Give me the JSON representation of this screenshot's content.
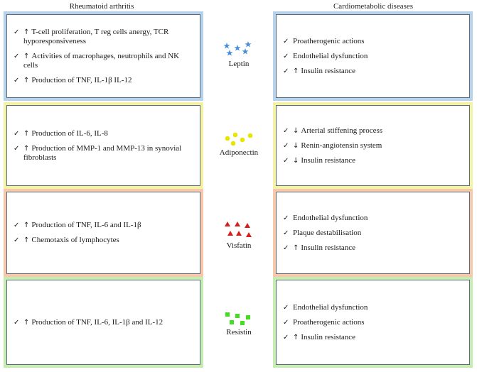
{
  "headers": {
    "left": "Rheumatoid arthritis",
    "right": "Cardiometabolic diseases"
  },
  "rows": [
    {
      "adipokine": "Leptin",
      "symbol_color": "#4a90d9",
      "symbol": "star-icon",
      "left": [
        {
          "arrow": "↑",
          "text": "T-cell proliferation, T reg cells anergy, TCR hyporesponsiveness"
        },
        {
          "arrow": "↑",
          "text": "Activities of macrophages, neutrophils and NK cells"
        },
        {
          "arrow": "↑",
          "text": "Production of TNF, IL-1β IL-12"
        }
      ],
      "right": [
        {
          "arrow": "",
          "text": "Proatherogenic actions"
        },
        {
          "arrow": "",
          "text": "Endothelial dysfunction"
        },
        {
          "arrow": "↑",
          "text": "Insulin resistance"
        }
      ]
    },
    {
      "adipokine": "Adiponectin",
      "symbol_color": "#e6e600",
      "symbol": "circle-icon",
      "left": [
        {
          "arrow": "↑",
          "text": "Production of IL-6, IL-8"
        },
        {
          "arrow": "↑",
          "text": "Production of MMP-1 and MMP-13 in synovial fibroblasts"
        }
      ],
      "right": [
        {
          "arrow": "↓",
          "text": "Arterial stiffening process"
        },
        {
          "arrow": "↓",
          "text": "Renin-angiotensin system"
        },
        {
          "arrow": "↓",
          "text": "Insulin resistance"
        }
      ]
    },
    {
      "adipokine": "Visfatin",
      "symbol_color": "#d62020",
      "symbol": "triangle-icon",
      "left": [
        {
          "arrow": "↑",
          "text": "Production of TNF, IL-6 and IL-1β"
        },
        {
          "arrow": "↑",
          "text": "Chemotaxis of lymphocytes"
        }
      ],
      "right": [
        {
          "arrow": "",
          "text": "Endothelial dysfunction"
        },
        {
          "arrow": "",
          "text": "Plaque destabilisation"
        },
        {
          "arrow": "↑",
          "text": "Insulin resistance"
        }
      ]
    },
    {
      "adipokine": "Resistin",
      "symbol_color": "#44dd22",
      "symbol": "square-icon",
      "left": [
        {
          "arrow": "↑",
          "text": "Production of TNF, IL-6, IL-1β and IL-12"
        }
      ],
      "right": [
        {
          "arrow": "",
          "text": "Endothelial dysfunction"
        },
        {
          "arrow": "",
          "text": "Proatherogenic actions"
        },
        {
          "arrow": "↑",
          "text": "Insulin resistance"
        }
      ]
    }
  ]
}
